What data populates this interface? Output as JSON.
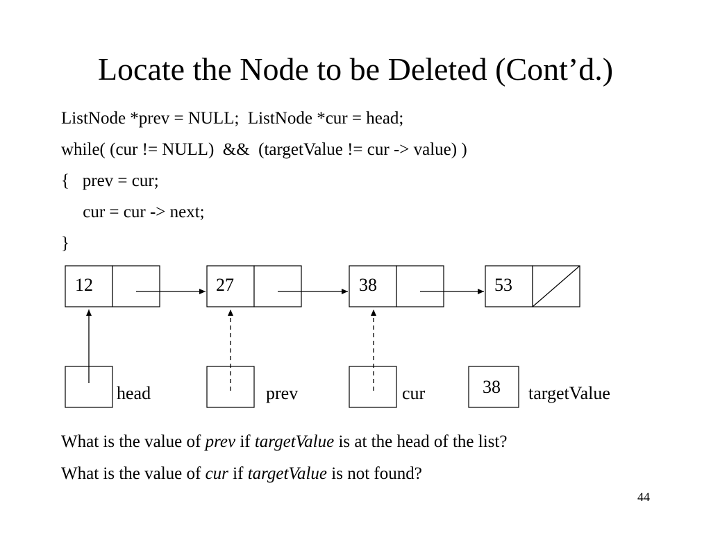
{
  "slide": {
    "title": "Locate the Node to be Deleted (Cont’d.)",
    "code": [
      "ListNode *prev = NULL;  ListNode *cur = head;",
      "while( (cur != NULL)  &&  (targetValue != cur -> value) )",
      "{   prev = cur;",
      "     cur = cur -> next;",
      "}"
    ],
    "page_number": "44"
  },
  "diagram": {
    "nodes": [
      {
        "value": "12",
        "next": "pointer"
      },
      {
        "value": "27",
        "next": "pointer"
      },
      {
        "value": "38",
        "next": "pointer"
      },
      {
        "value": "53",
        "next": "null"
      }
    ],
    "variables": [
      {
        "label": "head",
        "content": "",
        "points_to_node": 0,
        "arrow_style": "solid"
      },
      {
        "label": "prev",
        "content": "",
        "points_to_node": 1,
        "arrow_style": "dashed"
      },
      {
        "label": "cur",
        "content": "",
        "points_to_node": 2,
        "arrow_style": "dashed"
      },
      {
        "label": "targetValue",
        "content": "38",
        "points_to_node": null,
        "arrow_style": "none"
      }
    ]
  },
  "questions": [
    {
      "p1": "What is the value of ",
      "i1": "prev",
      "p2": " if ",
      "i2": "targetValue",
      "p3": " is at the head of the list?"
    },
    {
      "p1": "What is the value of ",
      "i1": "cur",
      "p2": " if ",
      "i2": "targetValue",
      "p3": " is not found?"
    }
  ]
}
